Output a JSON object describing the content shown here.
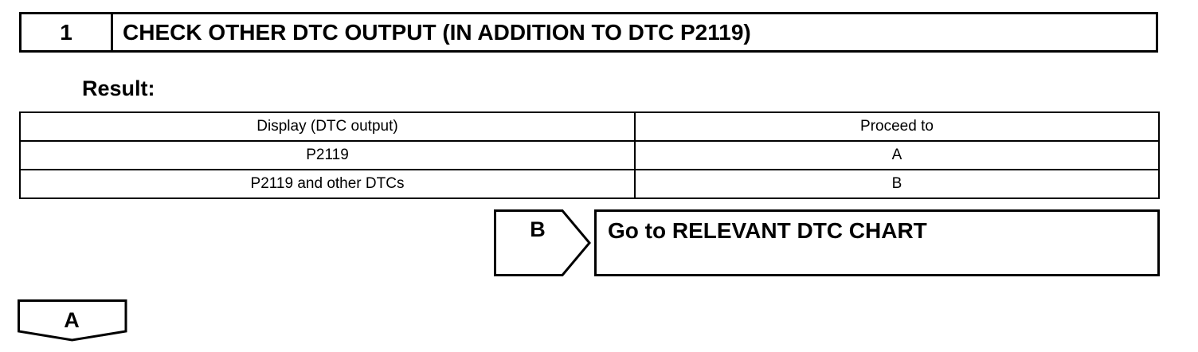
{
  "step": {
    "number": "1",
    "title": "CHECK OTHER DTC OUTPUT (IN ADDITION TO DTC P2119)"
  },
  "result_label": "Result:",
  "result_table": {
    "headers": [
      "Display (DTC output)",
      "Proceed to"
    ],
    "rows": [
      [
        "P2119",
        "A"
      ],
      [
        "P2119 and other DTCs",
        "B"
      ]
    ]
  },
  "branch_b": {
    "letter": "B",
    "action": "Go to RELEVANT DTC CHART"
  },
  "branch_a": {
    "letter": "A"
  }
}
